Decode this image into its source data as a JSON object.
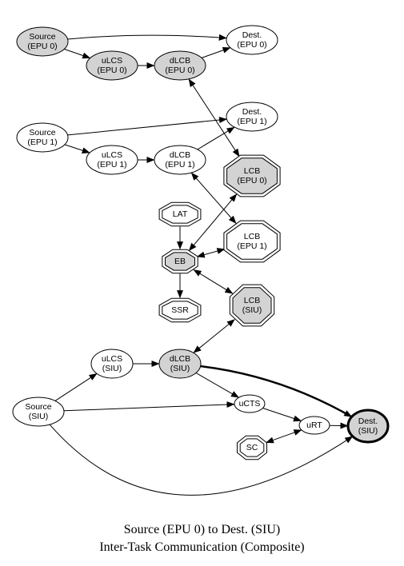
{
  "colors": {
    "highlight": "#d3d3d3",
    "plain": "#ffffff",
    "stroke": "#000000"
  },
  "diagram": {
    "caption_line1": "Source (EPU 0) to Dest. (SIU)",
    "caption_line2": "Inter-Task Communication (Composite)",
    "nodes": [
      {
        "id": "src0",
        "lines": [
          "Source",
          "(EPU 0)"
        ],
        "shape": "ellipse",
        "filled": true
      },
      {
        "id": "dest0",
        "lines": [
          "Dest.",
          "(EPU 0)"
        ],
        "shape": "ellipse",
        "filled": false
      },
      {
        "id": "ulcs0",
        "lines": [
          "uLCS",
          "(EPU 0)"
        ],
        "shape": "ellipse",
        "filled": true
      },
      {
        "id": "dlcb0",
        "lines": [
          "dLCB",
          "(EPU 0)"
        ],
        "shape": "ellipse",
        "filled": true
      },
      {
        "id": "src1",
        "lines": [
          "Source",
          "(EPU 1)"
        ],
        "shape": "ellipse",
        "filled": false
      },
      {
        "id": "dest1",
        "lines": [
          "Dest.",
          "(EPU 1)"
        ],
        "shape": "ellipse",
        "filled": false
      },
      {
        "id": "ulcs1",
        "lines": [
          "uLCS",
          "(EPU 1)"
        ],
        "shape": "ellipse",
        "filled": false
      },
      {
        "id": "dlcb1",
        "lines": [
          "dLCB",
          "(EPU 1)"
        ],
        "shape": "ellipse",
        "filled": false
      },
      {
        "id": "lcb0",
        "lines": [
          "LCB",
          "(EPU 0)"
        ],
        "shape": "octagon",
        "filled": true
      },
      {
        "id": "lcb1",
        "lines": [
          "LCB",
          "(EPU 1)"
        ],
        "shape": "octagon",
        "filled": false
      },
      {
        "id": "lat",
        "lines": [
          "LAT"
        ],
        "shape": "octagon",
        "filled": false
      },
      {
        "id": "eb",
        "lines": [
          "EB"
        ],
        "shape": "octagon",
        "filled": true
      },
      {
        "id": "ssr",
        "lines": [
          "SSR"
        ],
        "shape": "octagon",
        "filled": false
      },
      {
        "id": "lcbsiu",
        "lines": [
          "LCB",
          "(SIU)"
        ],
        "shape": "octagon",
        "filled": true
      },
      {
        "id": "ulcssiu",
        "lines": [
          "uLCS",
          "(SIU)"
        ],
        "shape": "ellipse",
        "filled": false
      },
      {
        "id": "dlcbsiu",
        "lines": [
          "dLCB",
          "(SIU)"
        ],
        "shape": "ellipse",
        "filled": true
      },
      {
        "id": "srcsiu",
        "lines": [
          "Source",
          "(SIU)"
        ],
        "shape": "ellipse",
        "filled": false
      },
      {
        "id": "ucts",
        "lines": [
          "uCTS"
        ],
        "shape": "ellipse",
        "filled": false
      },
      {
        "id": "urt",
        "lines": [
          "uRT"
        ],
        "shape": "ellipse",
        "filled": false
      },
      {
        "id": "destsiu",
        "lines": [
          "Dest.",
          "(SIU)"
        ],
        "shape": "ellipse",
        "filled": true,
        "bold": true
      },
      {
        "id": "sc",
        "lines": [
          "SC"
        ],
        "shape": "octagon",
        "filled": false
      }
    ],
    "edges": [
      {
        "from": "src0",
        "to": "dest0",
        "dir": "forward"
      },
      {
        "from": "src0",
        "to": "ulcs0",
        "dir": "forward"
      },
      {
        "from": "ulcs0",
        "to": "dlcb0",
        "dir": "forward"
      },
      {
        "from": "dlcb0",
        "to": "dest0",
        "dir": "forward"
      },
      {
        "from": "dlcb0",
        "to": "lcb0",
        "dir": "both"
      },
      {
        "from": "src1",
        "to": "dest1",
        "dir": "forward"
      },
      {
        "from": "src1",
        "to": "ulcs1",
        "dir": "forward"
      },
      {
        "from": "ulcs1",
        "to": "dlcb1",
        "dir": "forward"
      },
      {
        "from": "dlcb1",
        "to": "dest1",
        "dir": "forward"
      },
      {
        "from": "dlcb1",
        "to": "lcb1",
        "dir": "both"
      },
      {
        "from": "lcb0",
        "to": "eb",
        "dir": "both"
      },
      {
        "from": "lcb1",
        "to": "eb",
        "dir": "both"
      },
      {
        "from": "lat",
        "to": "eb",
        "dir": "forward"
      },
      {
        "from": "eb",
        "to": "ssr",
        "dir": "forward"
      },
      {
        "from": "eb",
        "to": "lcbsiu",
        "dir": "both"
      },
      {
        "from": "lcbsiu",
        "to": "dlcbsiu",
        "dir": "both"
      },
      {
        "from": "srcsiu",
        "to": "ulcssiu",
        "dir": "forward"
      },
      {
        "from": "ulcssiu",
        "to": "dlcbsiu",
        "dir": "forward"
      },
      {
        "from": "dlcbsiu",
        "to": "ucts",
        "dir": "forward"
      },
      {
        "from": "dlcbsiu",
        "to": "destsiu",
        "dir": "forward",
        "bold": true
      },
      {
        "from": "srcsiu",
        "to": "ucts",
        "dir": "forward"
      },
      {
        "from": "srcsiu",
        "to": "destsiu",
        "dir": "forward"
      },
      {
        "from": "ucts",
        "to": "urt",
        "dir": "forward"
      },
      {
        "from": "urt",
        "to": "destsiu",
        "dir": "forward"
      },
      {
        "from": "sc",
        "to": "urt",
        "dir": "both"
      }
    ]
  }
}
